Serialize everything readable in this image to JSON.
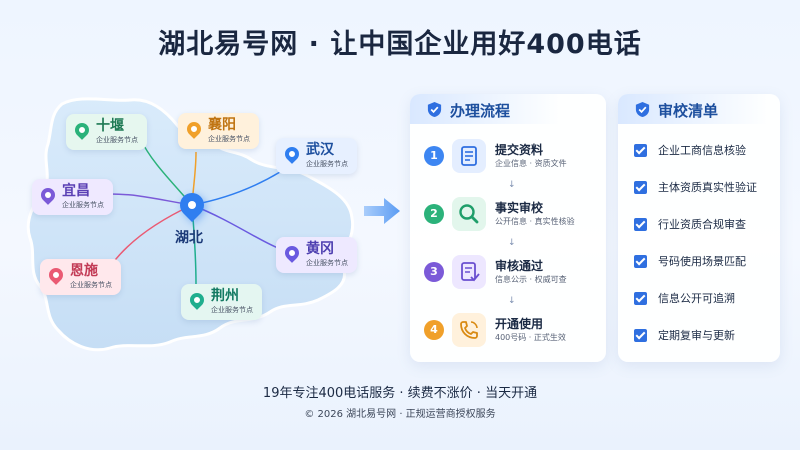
{
  "title": "湖北易号网 · 让中国企业用好400电话",
  "map": {
    "center_label": "湖北",
    "nodes": [
      {
        "name": "十堰",
        "sub": "企业服务节点"
      },
      {
        "name": "襄阳",
        "sub": "企业服务节点"
      },
      {
        "name": "武汉",
        "sub": "企业服务节点"
      },
      {
        "name": "宜昌",
        "sub": "企业服务节点"
      },
      {
        "name": "黄冈",
        "sub": "企业服务节点"
      },
      {
        "name": "恩施",
        "sub": "企业服务节点"
      },
      {
        "name": "荆州",
        "sub": "企业服务节点"
      }
    ]
  },
  "process": {
    "heading": "办理流程",
    "steps": [
      {
        "num": "1",
        "title": "提交资料",
        "desc": "企业信息 · 资质文件",
        "icon": "document-icon"
      },
      {
        "num": "2",
        "title": "事实审校",
        "desc": "公开信息 · 真实性核验",
        "icon": "magnifier-icon"
      },
      {
        "num": "3",
        "title": "审核通过",
        "desc": "信息公示 · 权威可查",
        "icon": "approval-doc-icon"
      },
      {
        "num": "4",
        "title": "开通使用",
        "desc": "400号码 · 正式生效",
        "icon": "phone-icon"
      }
    ],
    "arrow": "↓"
  },
  "checklist": {
    "heading": "审校清单",
    "items": [
      "企业工商信息核验",
      "主体资质真实性验证",
      "行业资质合规审查",
      "号码使用场景匹配",
      "信息公开可追溯",
      "定期复审与更新"
    ]
  },
  "footer": {
    "line1": "19年专注400电话服务 · 续费不涨价 · 当天开通",
    "line2": "© 2026 湖北易号网 · 正规运营商授权服务"
  },
  "colors": {
    "primary": "#2f7ef0",
    "green": "#2bb27a",
    "purple": "#7b5ad8",
    "orange": "#f0a02a",
    "red": "#ea5a73"
  }
}
